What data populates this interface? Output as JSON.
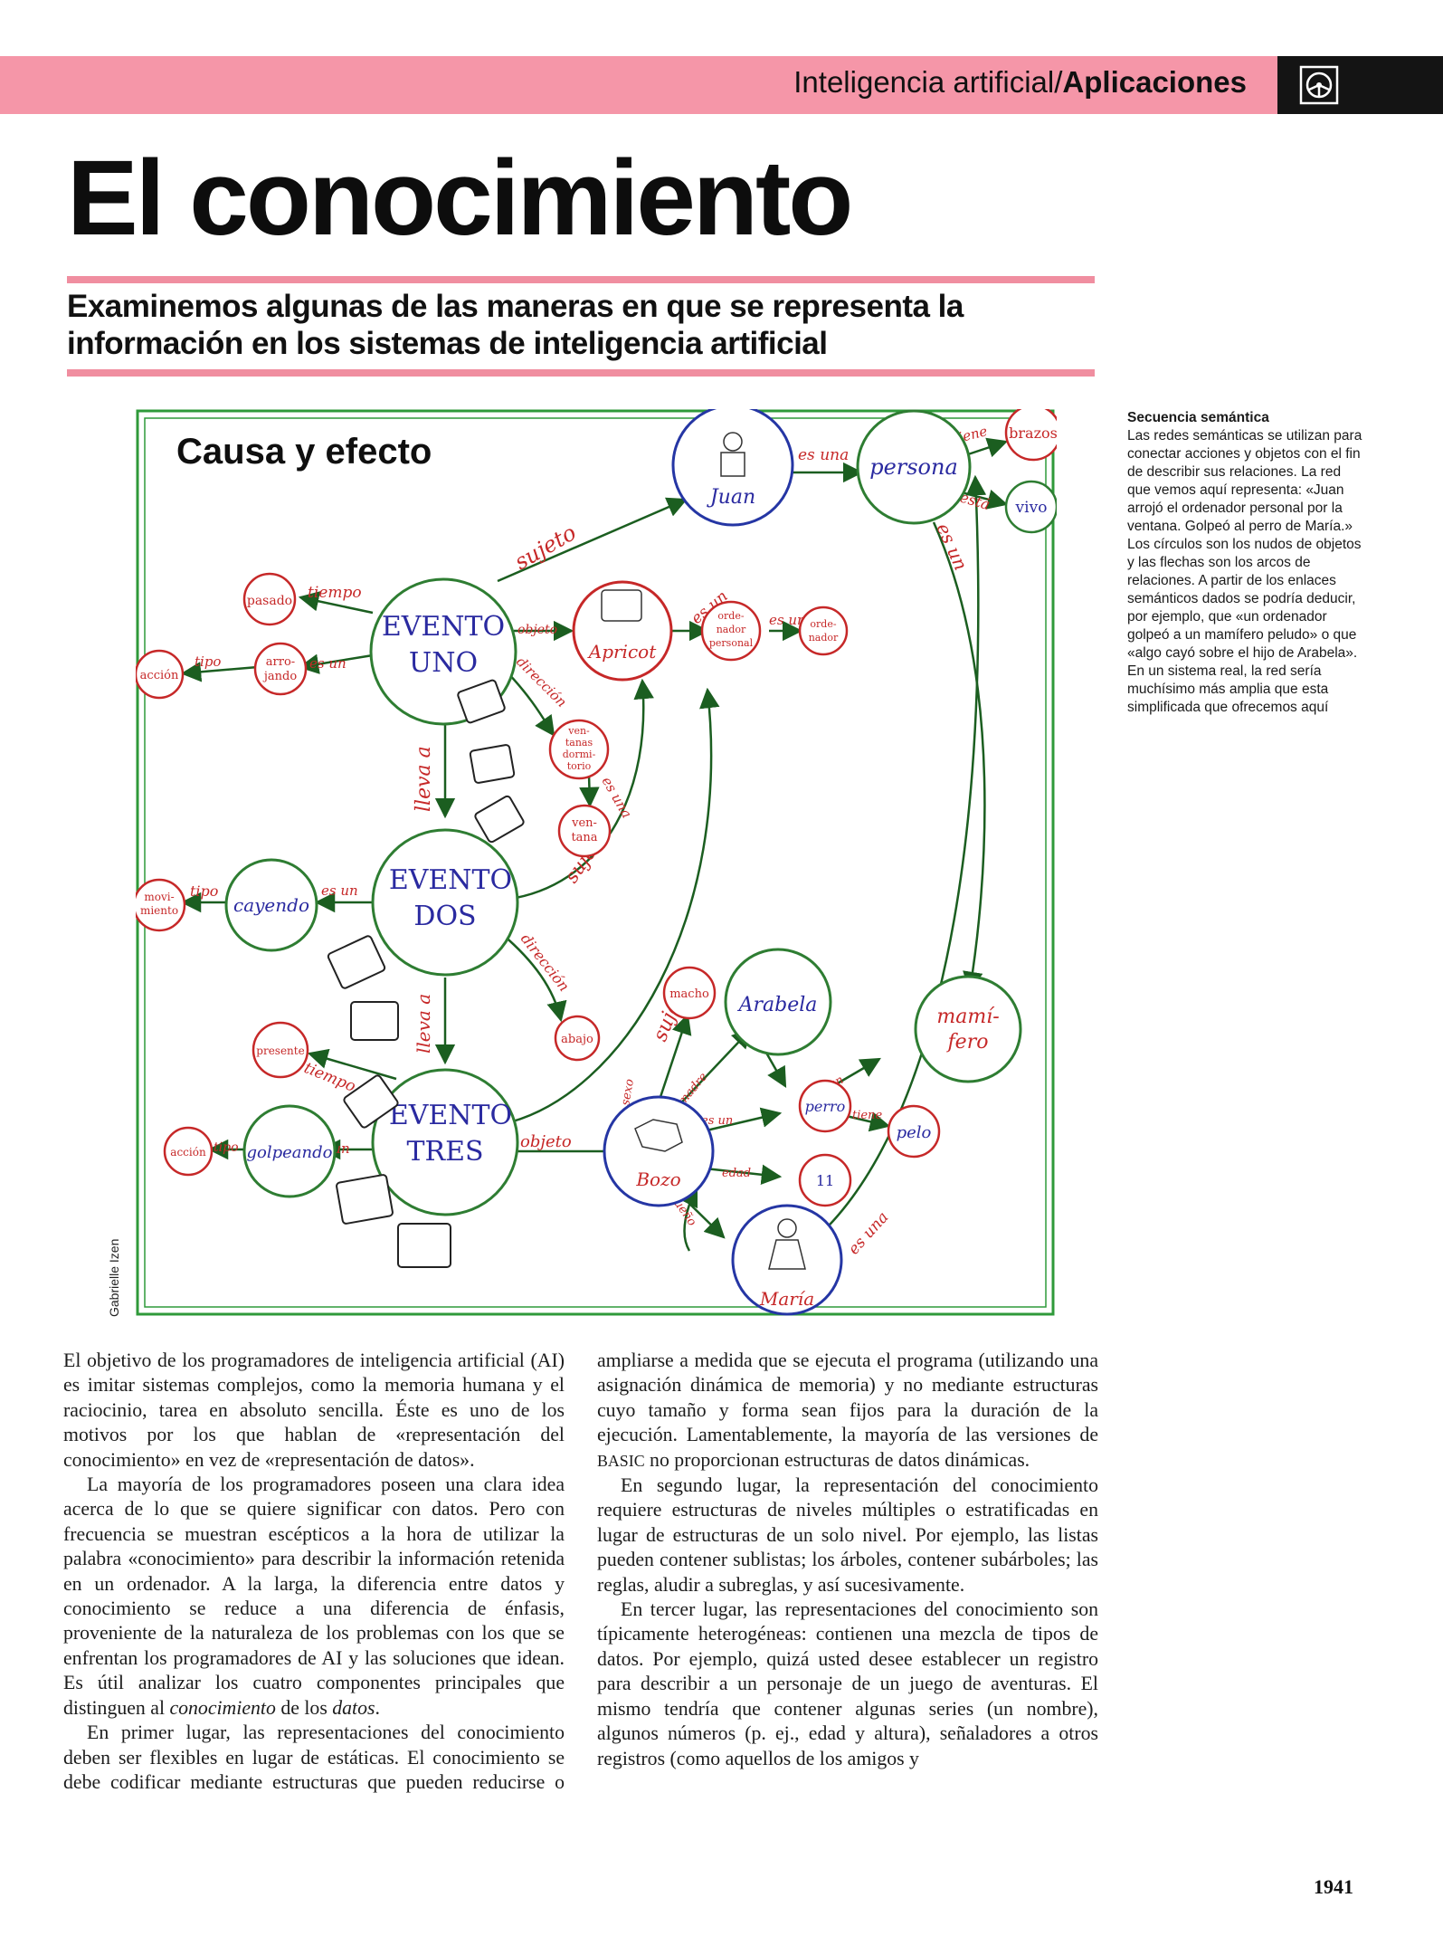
{
  "header": {
    "section_prefix": "Inteligencia artificial/",
    "section_bold": "Aplicaciones",
    "badge_icon": "steering-wheel-icon"
  },
  "title": "El conocimiento",
  "subtitle": "Examinemos algunas de las maneras en que se representa la información en los sistemas de inteligencia artificial",
  "figure": {
    "title": "Causa y efecto",
    "credit": "Gabrielle Izen",
    "nodes": {
      "juan": "Juan",
      "persona": "persona",
      "brazos": "brazos",
      "vivo": "vivo",
      "evento_uno": [
        "EVENTO",
        "UNO"
      ],
      "evento_dos": [
        "EVENTO",
        "DOS"
      ],
      "evento_tres": [
        "EVENTO",
        "TRES"
      ],
      "pasado": "pasado",
      "arrojando": [
        "arro-",
        "jando"
      ],
      "accion1": "acción",
      "apricot": "Apricot",
      "ordenador_personal": [
        "orde-",
        "nador",
        "personal"
      ],
      "ordenador": [
        "orde-",
        "nador"
      ],
      "ventana_dormitorio": [
        "ven-",
        "tanas",
        "dormi-",
        "torio"
      ],
      "ventana": [
        "ven-",
        "tana"
      ],
      "movimiento": [
        "movi-",
        "miento"
      ],
      "cayendo": "cayendo",
      "abajo": "abajo",
      "presente": "presente",
      "accion2": "acción",
      "golpeando": "golpeando",
      "macho": "macho",
      "arabela": "Arabela",
      "mamifero": [
        "mamí-",
        "fero"
      ],
      "bozo": "Bozo",
      "perro": "perro",
      "pelo": "pelo",
      "once": "11",
      "maria": "María"
    },
    "arcs": {
      "es_una1": "es una",
      "tiene": "tiene",
      "esta": "está",
      "es_un_right": "es un",
      "sujeto1": "sujeto",
      "tiempo1": "tiempo",
      "objeto1": "objeto",
      "es_un1": "es un",
      "es_un2": "es un",
      "es_un_ord": "es un",
      "tipo1": "tipo",
      "direccion1": "dirección",
      "lleva_a1": "lleva a",
      "es_una2": "es una",
      "sujeto2": "sujeto",
      "tipo2": "tipo",
      "es_un3": "es un",
      "direccion2": "dirección",
      "lleva_a2": "lleva a",
      "sujeto3": "sujeto",
      "tiempo2": "tiempo",
      "tipo3": "tipo",
      "es_un4": "es un",
      "objeto2": "objeto",
      "sexo": "sexo",
      "madre": "madre",
      "es_un5": "es un",
      "es_un6": "es un",
      "tiene2": "tiene",
      "edad": "edad",
      "dueno": "dueño",
      "es_una3": "es una",
      "sexo2": "sexo"
    }
  },
  "caption": {
    "heading": "Secuencia semántica",
    "text": "Las redes semánticas se utilizan para conectar acciones y objetos con el fin de describir sus relaciones. La red que vemos aquí representa: «Juan arrojó el ordenador personal por la ventana. Golpeó al perro de María.» Los círculos son los nudos de objetos y las flechas son los arcos de relaciones. A partir de los enlaces semánticos dados se podría deducir, por ejemplo, que «un ordenador golpeó a un mamífero peludo» o que «algo cayó sobre el hijo de Arabela». En un sistema real, la red sería muchísimo más amplia que esta simplificada que ofrecemos aquí"
  },
  "body": {
    "p1": "El objetivo de los programadores de inteligencia artificial (AI) es imitar sistemas complejos, como la memoria humana y el raciocinio, tarea en absoluto sencilla. Éste es uno de los motivos por los que hablan de «representación del conocimiento» en vez de «representación de datos».",
    "p2_a": "La mayoría de los programadores poseen una clara idea acerca de lo que se quiere significar con datos. Pero con frecuencia se muestran escépticos a la hora de utilizar la palabra «conocimiento» para describir la información retenida en un ordenador. A la larga, la diferencia entre datos y conocimiento se reduce a una diferencia de énfasis, proveniente de la naturaleza de los problemas con los que se enfrentan los programadores de AI y las soluciones que idean. Es útil analizar los cuatro componentes principales que distinguen al ",
    "p2_em": "conocimiento",
    "p2_b": " de los ",
    "p2_em2": "datos",
    "p2_c": ".",
    "p3_a": "En primer lugar, las representaciones del conocimiento deben ser flexibles en lugar de estáticas. El conocimiento se debe codificar mediante estructuras que pueden reducirse o ampliarse a medida que se ejecuta el programa (utilizando una asignación dinámica de memoria) y no mediante estructuras cuyo tamaño y forma sean fijos para la duración de la ejecución. Lamentablemente, la mayoría de las versiones de ",
    "p3_sc": "BASIC",
    "p3_b": " no proporcionan estructuras de datos dinámicas.",
    "p4": "En segundo lugar, la representación del conocimiento requiere estructuras de niveles múltiples o estratificadas en lugar de estructuras de un solo nivel. Por ejemplo, las listas pueden contener sublistas; los árboles, contener subárboles; las reglas, aludir a subreglas, y así sucesivamente.",
    "p5": "En tercer lugar, las representaciones del conocimiento son típicamente heterogéneas: contienen una mezcla de tipos de datos. Por ejemplo, quizá usted desee establecer un registro para describir a un personaje de un juego de aventuras. El mismo tendría que contener algunas series (un nombre), algunos números (p. ej., edad y altura), señaladores a otros registros (como aquellos de los amigos y"
  },
  "page_number": "1941",
  "colors": {
    "band": "#f596a8",
    "rule": "#f08ea0",
    "frame": "#2f9a3a",
    "circle_blue": "#2536a4",
    "circle_red": "#c62828",
    "circle_green": "#2e7d32",
    "label_red": "#c62828",
    "node_text": "#2a2aa0"
  }
}
